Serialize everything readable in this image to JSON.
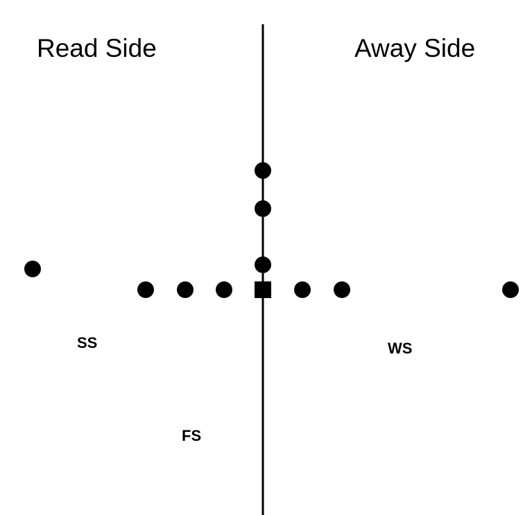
{
  "labels": {
    "read_side": "Read Side",
    "away_side": "Away Side",
    "ss": "SS",
    "ws": "WS",
    "fs": "FS"
  },
  "colors": {
    "ink": "#000000",
    "background": "#ffffff"
  },
  "markers": {
    "player": "circle",
    "center": "square"
  }
}
